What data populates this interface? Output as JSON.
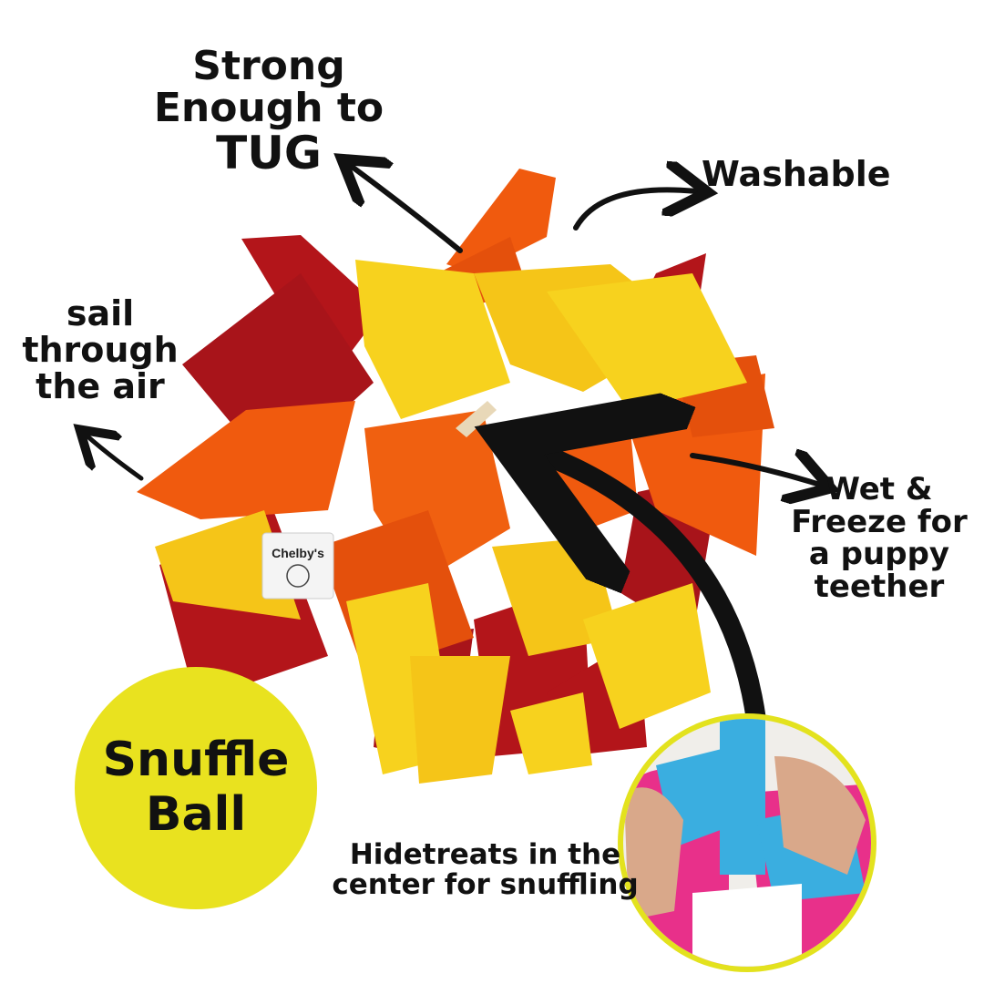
{
  "labels": {
    "tug": [
      "Strong",
      "Enough to",
      "TUG"
    ],
    "washable": "Washable",
    "air": [
      "sail",
      "through",
      "the air"
    ],
    "wet": [
      "Wet &",
      "Freeze for",
      "a puppy",
      "teether"
    ],
    "hide": [
      "Hidetreats in the",
      "center for snuffling"
    ]
  },
  "badge": [
    "Snuffle",
    "Ball"
  ],
  "tag_text": "Chelby's",
  "colors": {
    "red": "#b3151a",
    "orange": "#f05a0e",
    "yellow": "#f5c518",
    "badge": "#e9e21f",
    "inset_ring": "#e3e21e",
    "inset_blue": "#3aaee0",
    "inset_pink": "#e8308a"
  }
}
